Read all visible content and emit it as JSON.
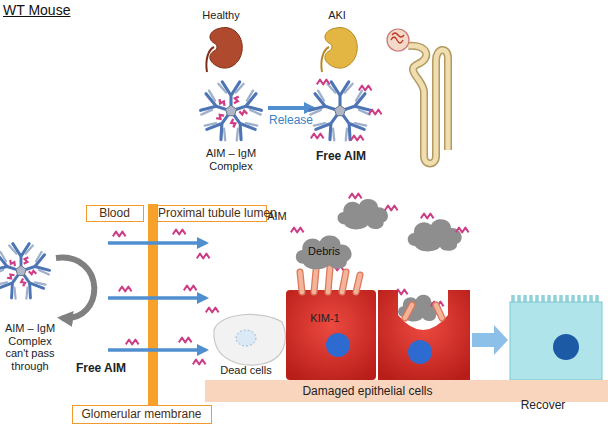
{
  "diagram": {
    "title": "WT Mouse",
    "nodes": [
      {
        "text": [
          "Blood"
        ]
      },
      {
        "text": [
          "Proximal tubule lumen"
        ]
      },
      {
        "text": [
          "Debris"
        ]
      },
      {
        "text": [
          "Damaged epithelial cells",
          "Recover"
        ]
      },
      {
        "text": [
          "Glomerular membrane"
        ]
      }
    ],
    "labels": [
      "Healthy",
      "AKI",
      "AIM – IgM Complex",
      "Release",
      "Free AIM",
      "AIM – IgM Complex can't pass through",
      "Free AIM",
      "AIM",
      "KIM-1",
      "Dead cells"
    ]
  }
}
